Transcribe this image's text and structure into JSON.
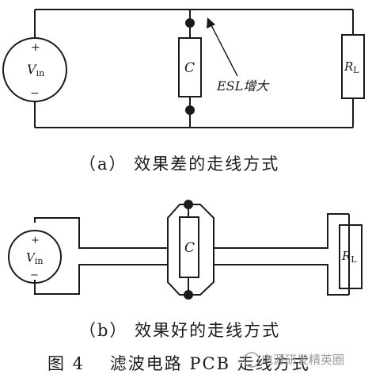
{
  "diagram_a": {
    "source_plus": "+",
    "source_minus": "−",
    "source_label": "V",
    "source_sub": "in",
    "cap_label": "C",
    "annotation": "ESL增大",
    "load_label": "R",
    "load_sub": "L",
    "caption": "（a） 效果差的走线方式"
  },
  "diagram_b": {
    "source_plus": "+",
    "source_minus": "−",
    "source_label": "V",
    "source_sub": "in",
    "cap_label": "C",
    "load_label": "R",
    "load_sub": "L",
    "caption": "（b） 效果好的走线方式"
  },
  "figure_caption": "图 4　 滤波电路 PCB 走线方式",
  "watermark": "电源研发精英圈",
  "colors": {
    "ink": "#1a1a1a",
    "watermark": "#9a9a9a"
  }
}
